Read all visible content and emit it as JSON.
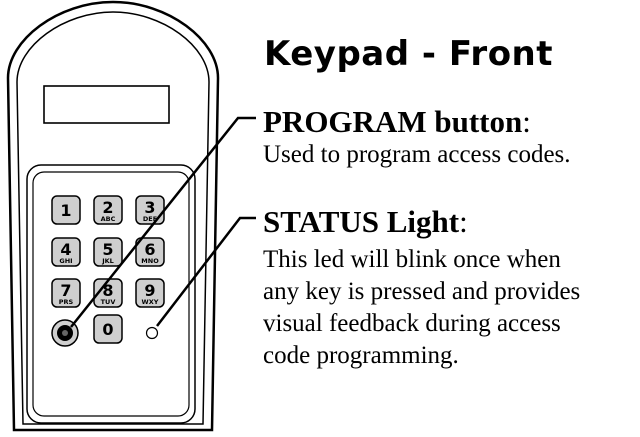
{
  "title": "Keypad - Front",
  "program": {
    "heading": "PROGRAM button",
    "colon": ":",
    "description": "Used to program access codes."
  },
  "status": {
    "heading": "STATUS Light",
    "colon": ":",
    "description_lines": [
      "This led will blink once when",
      "any key is pressed and provides",
      "visual feedback during access",
      "code programming."
    ]
  },
  "keys": [
    {
      "digit": "1",
      "letters": ""
    },
    {
      "digit": "2",
      "letters": "ABC"
    },
    {
      "digit": "3",
      "letters": "DEF"
    },
    {
      "digit": "4",
      "letters": "GHI"
    },
    {
      "digit": "5",
      "letters": "JKL"
    },
    {
      "digit": "6",
      "letters": "MNO"
    },
    {
      "digit": "7",
      "letters": "PRS"
    },
    {
      "digit": "8",
      "letters": "TUV"
    },
    {
      "digit": "9",
      "letters": "WXY"
    },
    {
      "digit": "0",
      "letters": ""
    }
  ],
  "colors": {
    "outline": "#000000",
    "key_fill": "#cfcfcf",
    "device_fill": "#ffffff"
  }
}
